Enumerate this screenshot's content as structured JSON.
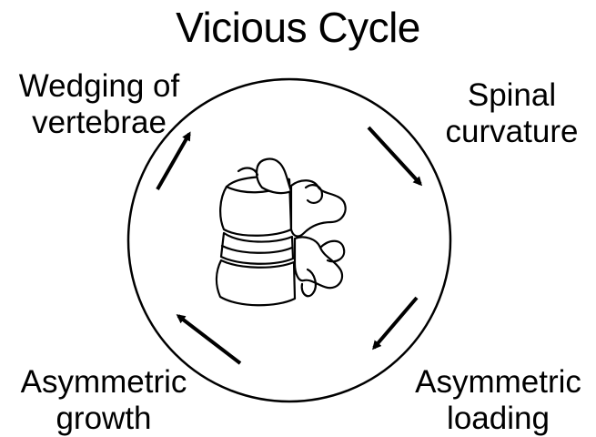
{
  "title": "Vicious Cycle",
  "stages": {
    "top_left": [
      "Wedging of",
      "vertebrae"
    ],
    "top_right": [
      "Spinal",
      "curvature"
    ],
    "bottom_right": [
      "Asymmetric",
      "loading"
    ],
    "bottom_left": [
      "Asymmetric",
      "growth"
    ]
  },
  "center_image": "vertebrae-illustration",
  "arrow_direction": "clockwise"
}
